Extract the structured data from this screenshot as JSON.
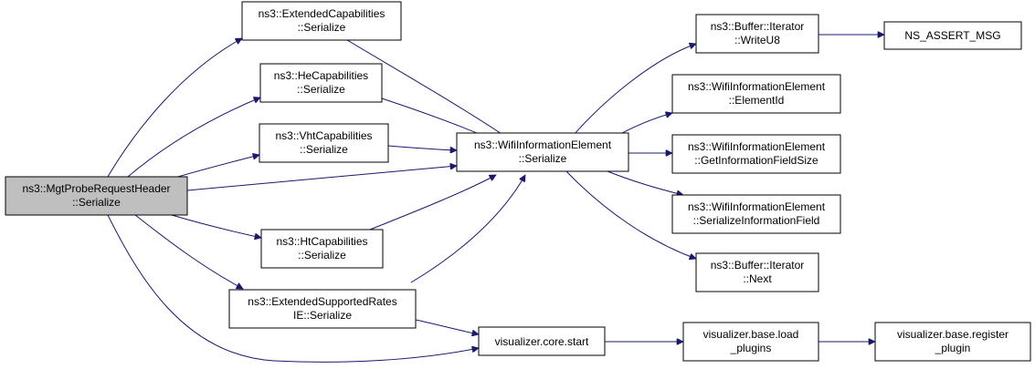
{
  "nodes": {
    "mgt_probe": [
      "ns3::MgtProbeRequestHeader",
      "::Serialize"
    ],
    "ext_cap": [
      "ns3::ExtendedCapabilities",
      "::Serialize"
    ],
    "he_cap": [
      "ns3::HeCapabilities",
      "::Serialize"
    ],
    "vht_cap": [
      "ns3::VhtCapabilities",
      "::Serialize"
    ],
    "ht_cap": [
      "ns3::HtCapabilities",
      "::Serialize"
    ],
    "ext_rates": [
      "ns3::ExtendedSupportedRates",
      "IE::Serialize"
    ],
    "wifi_ie": [
      "ns3::WifiInformationElement",
      "::Serialize"
    ],
    "viz_start": [
      "visualizer.core.start"
    ],
    "buf_write": [
      "ns3::Buffer::Iterator",
      "::WriteU8"
    ],
    "ns_assert": [
      "NS_ASSERT_MSG"
    ],
    "elem_id": [
      "ns3::WifiInformationElement",
      "::ElementId"
    ],
    "get_size": [
      "ns3::WifiInformationElement",
      "::GetInformationFieldSize"
    ],
    "ser_field": [
      "ns3::WifiInformationElement",
      "::SerializeInformationField"
    ],
    "buf_next": [
      "ns3::Buffer::Iterator",
      "::Next"
    ],
    "load_plugins": [
      "visualizer.base.load",
      "_plugins"
    ],
    "register_plugin": [
      "visualizer.base.register",
      "_plugin"
    ]
  },
  "colors": {
    "edge": "#191970",
    "node_fill": "#ffffff",
    "root_fill": "#bfbfbf",
    "border": "#000000"
  }
}
